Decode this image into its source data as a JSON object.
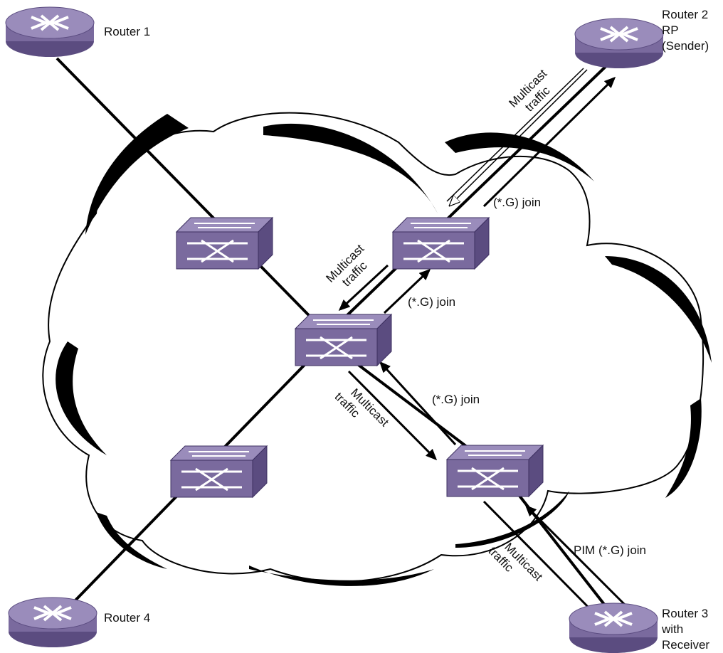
{
  "routers": {
    "r1": {
      "label": "Router 1"
    },
    "r2": {
      "label_lines": [
        "Router 2",
        "RP",
        "(Sender)"
      ]
    },
    "r3": {
      "label_lines": [
        "Router 3",
        "with",
        "Receiver"
      ]
    },
    "r4": {
      "label": "Router 4"
    }
  },
  "arrow_labels": {
    "mc_top": [
      "Multicast",
      "traffic"
    ],
    "join_top": "(*.G) join",
    "mc_mid": [
      "Multicast",
      "traffic"
    ],
    "join_mid": "(*.G) join",
    "mc_low": [
      "Multicast",
      "traffic"
    ],
    "join_low": "(*.G) join",
    "mc_bottom": [
      "Multicast",
      "traffic"
    ],
    "join_bottom": "PIM (*.G) join"
  },
  "colors": {
    "device_fill": "#7a6a9e",
    "device_dark": "#5b4c80",
    "device_light": "#9a8cbb",
    "line": "#000000"
  }
}
